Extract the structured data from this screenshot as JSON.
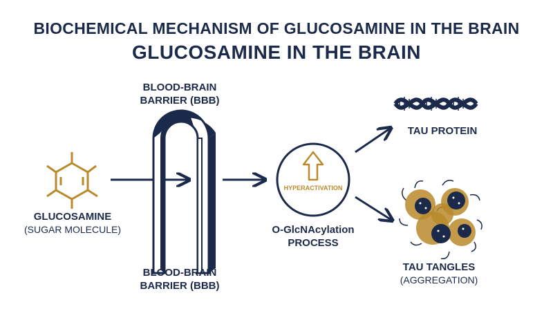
{
  "title": {
    "line1": "BIOCHEMICAL MECHANISM OF GLUCOSAMINE IN THE BRAIN",
    "line2": "GLUCOSAMINE IN THE BRAIN"
  },
  "bbb": {
    "top_line1": "BLOOD-BRAIN",
    "top_line2": "BARRIER (BBB)",
    "bottom_line1": "BLOOD-BRAIN",
    "bottom_line2": "BARRIER (BBB)"
  },
  "glucosamine": {
    "name": "GLUCOSAMINE",
    "desc": "(SUGAR MOLECULE)"
  },
  "process": {
    "badge": "HYPERACTIVATION",
    "line1": "O-GlcNAcylation",
    "line2": "PROCESS"
  },
  "tau_protein": {
    "name": "TAU PROTEIN"
  },
  "tau_tangles": {
    "name": "TAU TANGLES",
    "desc": "(AGGREGATION)"
  },
  "colors": {
    "navy": "#1b2a4a",
    "gold": "#b98a2c"
  },
  "icons": [
    "glucose-molecule-icon",
    "arch-barrier-icon",
    "up-arrow-icon",
    "dna-helix-icon",
    "tangles-icon"
  ]
}
